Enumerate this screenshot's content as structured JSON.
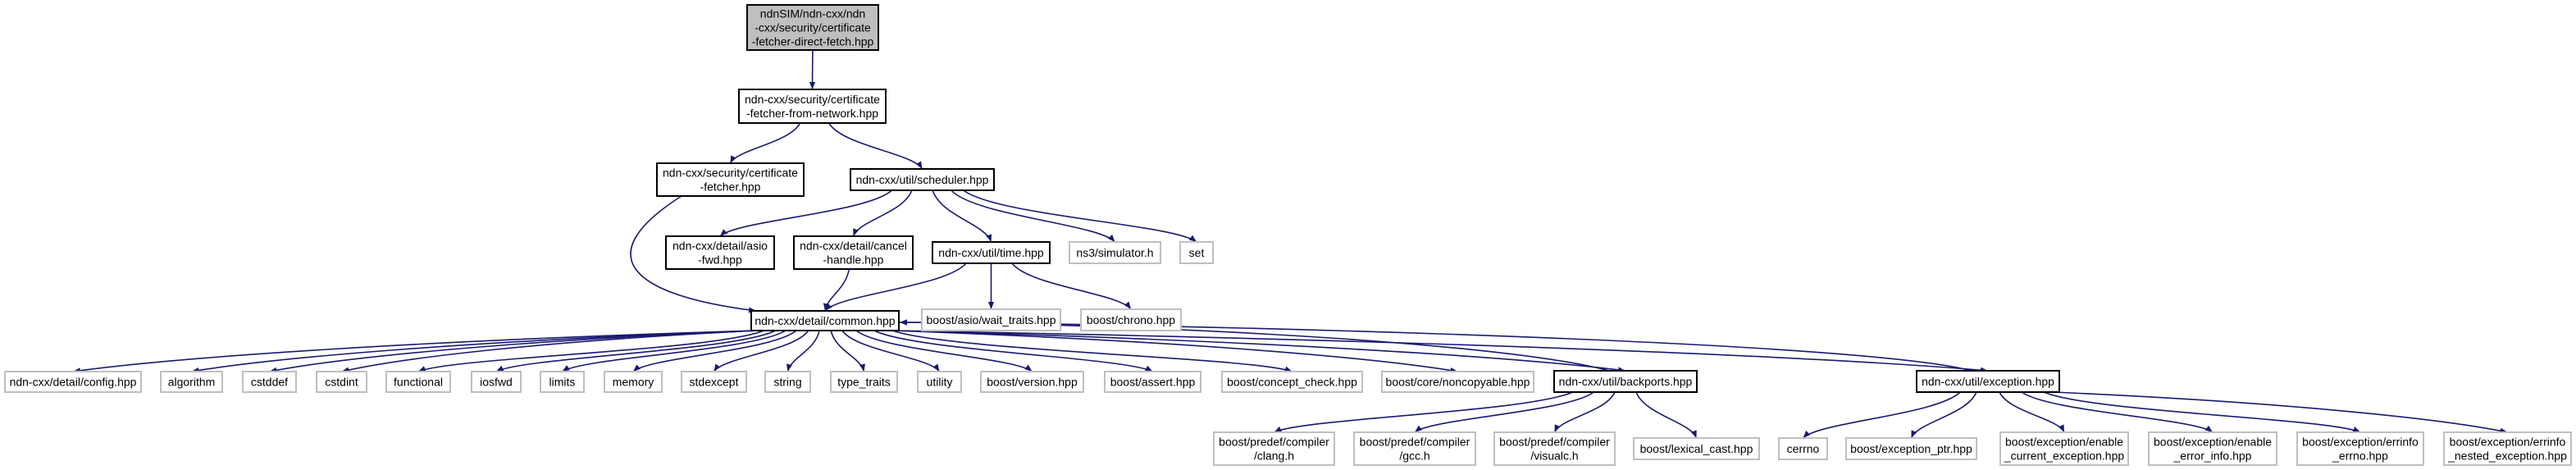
{
  "title": "ndnSIM/ndn-cxx/ndn-cxx/security/certificate-fetcher-direct-fetch.hpp include dependency graph",
  "colors": {
    "edge": "#191970",
    "root_fill": "#bfbfbf",
    "external_border": "#bfbfbf",
    "documented_border": "#000000"
  },
  "nodes": [
    {
      "id": "root",
      "kind": "root",
      "lines": [
        "ndnSIM/ndn-cxx/ndn",
        "-cxx/security/certificate",
        "-fetcher-direct-fetch.hpp"
      ]
    },
    {
      "id": "fromnet",
      "kind": "documented",
      "lines": [
        "ndn-cxx/security/certificate",
        "-fetcher-from-network.hpp"
      ]
    },
    {
      "id": "fetcher",
      "kind": "documented",
      "lines": [
        "ndn-cxx/security/certificate",
        "-fetcher.hpp"
      ]
    },
    {
      "id": "scheduler",
      "kind": "documented",
      "lines": [
        "ndn-cxx/util/scheduler.hpp"
      ]
    },
    {
      "id": "asiofwd",
      "kind": "documented",
      "lines": [
        "ndn-cxx/detail/asio",
        "-fwd.hpp"
      ]
    },
    {
      "id": "cancel",
      "kind": "documented",
      "lines": [
        "ndn-cxx/detail/cancel",
        "-handle.hpp"
      ]
    },
    {
      "id": "time",
      "kind": "documented",
      "lines": [
        "ndn-cxx/util/time.hpp"
      ]
    },
    {
      "id": "ns3",
      "kind": "external",
      "lines": [
        "ns3/simulator.h"
      ]
    },
    {
      "id": "set",
      "kind": "external",
      "lines": [
        "set"
      ]
    },
    {
      "id": "common",
      "kind": "documented",
      "lines": [
        "ndn-cxx/detail/common.hpp"
      ]
    },
    {
      "id": "waittraits",
      "kind": "external",
      "lines": [
        "boost/asio/wait_traits.hpp"
      ]
    },
    {
      "id": "chrono",
      "kind": "external",
      "lines": [
        "boost/chrono.hpp"
      ]
    },
    {
      "id": "config",
      "kind": "external",
      "lines": [
        "ndn-cxx/detail/config.hpp"
      ]
    },
    {
      "id": "algorithm",
      "kind": "external",
      "lines": [
        "algorithm"
      ]
    },
    {
      "id": "cstddef",
      "kind": "external",
      "lines": [
        "cstddef"
      ]
    },
    {
      "id": "cstdint",
      "kind": "external",
      "lines": [
        "cstdint"
      ]
    },
    {
      "id": "functional",
      "kind": "external",
      "lines": [
        "functional"
      ]
    },
    {
      "id": "iosfwd",
      "kind": "external",
      "lines": [
        "iosfwd"
      ]
    },
    {
      "id": "limits",
      "kind": "external",
      "lines": [
        "limits"
      ]
    },
    {
      "id": "memory",
      "kind": "external",
      "lines": [
        "memory"
      ]
    },
    {
      "id": "stdexcept",
      "kind": "external",
      "lines": [
        "stdexcept"
      ]
    },
    {
      "id": "string",
      "kind": "external",
      "lines": [
        "string"
      ]
    },
    {
      "id": "typetraits",
      "kind": "external",
      "lines": [
        "type_traits"
      ]
    },
    {
      "id": "utility",
      "kind": "external",
      "lines": [
        "utility"
      ]
    },
    {
      "id": "version",
      "kind": "external",
      "lines": [
        "boost/version.hpp"
      ]
    },
    {
      "id": "assert",
      "kind": "external",
      "lines": [
        "boost/assert.hpp"
      ]
    },
    {
      "id": "conceptcheck",
      "kind": "external",
      "lines": [
        "boost/concept_check.hpp"
      ]
    },
    {
      "id": "noncopyable",
      "kind": "external",
      "lines": [
        "boost/core/noncopyable.hpp"
      ]
    },
    {
      "id": "backports",
      "kind": "documented",
      "lines": [
        "ndn-cxx/util/backports.hpp"
      ]
    },
    {
      "id": "exception",
      "kind": "documented",
      "lines": [
        "ndn-cxx/util/exception.hpp"
      ]
    },
    {
      "id": "clang",
      "kind": "external",
      "lines": [
        "boost/predef/compiler",
        "/clang.h"
      ]
    },
    {
      "id": "gcc",
      "kind": "external",
      "lines": [
        "boost/predef/compiler",
        "/gcc.h"
      ]
    },
    {
      "id": "visualc",
      "kind": "external",
      "lines": [
        "boost/predef/compiler",
        "/visualc.h"
      ]
    },
    {
      "id": "lexicalcast",
      "kind": "external",
      "lines": [
        "boost/lexical_cast.hpp"
      ]
    },
    {
      "id": "cerrno",
      "kind": "external",
      "lines": [
        "cerrno"
      ]
    },
    {
      "id": "exceptionptr",
      "kind": "external",
      "lines": [
        "boost/exception_ptr.hpp"
      ]
    },
    {
      "id": "enablecurrent",
      "kind": "external",
      "lines": [
        "boost/exception/enable",
        "_current_exception.hpp"
      ]
    },
    {
      "id": "enableerror",
      "kind": "external",
      "lines": [
        "boost/exception/enable",
        "_error_info.hpp"
      ]
    },
    {
      "id": "errinfoerrno",
      "kind": "external",
      "lines": [
        "boost/exception/errinfo",
        "_errno.hpp"
      ]
    },
    {
      "id": "errinfonested",
      "kind": "external",
      "lines": [
        "boost/exception/errinfo",
        "_nested_exception.hpp"
      ]
    }
  ],
  "edges": [
    [
      "root",
      "fromnet"
    ],
    [
      "fromnet",
      "fetcher"
    ],
    [
      "fromnet",
      "scheduler"
    ],
    [
      "fetcher",
      "common"
    ],
    [
      "scheduler",
      "asiofwd"
    ],
    [
      "scheduler",
      "cancel"
    ],
    [
      "scheduler",
      "time"
    ],
    [
      "scheduler",
      "ns3"
    ],
    [
      "scheduler",
      "set"
    ],
    [
      "cancel",
      "common"
    ],
    [
      "time",
      "common"
    ],
    [
      "time",
      "waittraits"
    ],
    [
      "time",
      "chrono"
    ],
    [
      "common",
      "config"
    ],
    [
      "common",
      "algorithm"
    ],
    [
      "common",
      "cstddef"
    ],
    [
      "common",
      "cstdint"
    ],
    [
      "common",
      "functional"
    ],
    [
      "common",
      "iosfwd"
    ],
    [
      "common",
      "limits"
    ],
    [
      "common",
      "memory"
    ],
    [
      "common",
      "stdexcept"
    ],
    [
      "common",
      "string"
    ],
    [
      "common",
      "typetraits"
    ],
    [
      "common",
      "utility"
    ],
    [
      "common",
      "version"
    ],
    [
      "common",
      "assert"
    ],
    [
      "common",
      "conceptcheck"
    ],
    [
      "common",
      "noncopyable"
    ],
    [
      "common",
      "backports"
    ],
    [
      "common",
      "exception"
    ],
    [
      "backports",
      "common"
    ],
    [
      "exception",
      "common"
    ],
    [
      "backports",
      "clang"
    ],
    [
      "backports",
      "gcc"
    ],
    [
      "backports",
      "visualc"
    ],
    [
      "backports",
      "lexicalcast"
    ],
    [
      "exception",
      "cerrno"
    ],
    [
      "exception",
      "exceptionptr"
    ],
    [
      "exception",
      "enablecurrent"
    ],
    [
      "exception",
      "enableerror"
    ],
    [
      "exception",
      "errinfoerrno"
    ],
    [
      "exception",
      "errinfonested"
    ]
  ]
}
